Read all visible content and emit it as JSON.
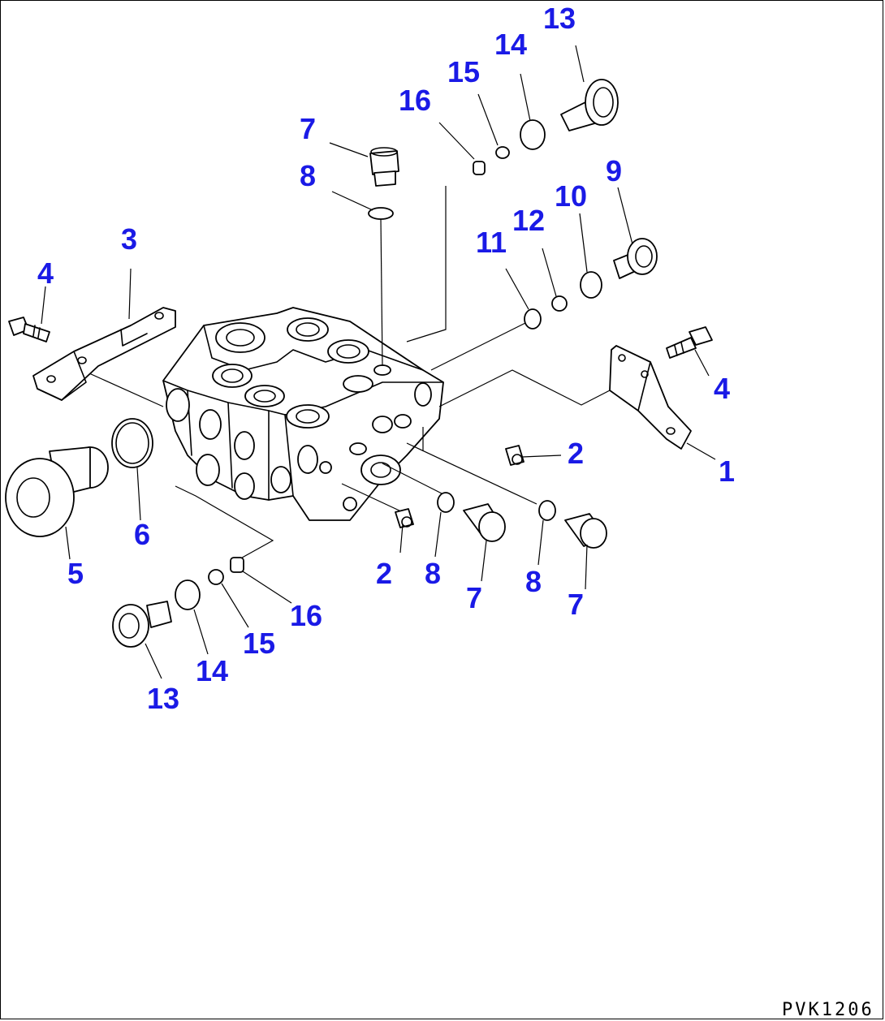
{
  "callouts": {
    "c1": "1",
    "c2a": "2",
    "c2b": "2",
    "c3": "3",
    "c4a": "4",
    "c4b": "4",
    "c5": "5",
    "c6": "6",
    "c7a": "7",
    "c7b": "7",
    "c7c": "7",
    "c8a": "8",
    "c8b": "8",
    "c8c": "8",
    "c9": "9",
    "c10": "10",
    "c11": "11",
    "c12": "12",
    "c13a": "13",
    "c13b": "13",
    "c14a": "14",
    "c14b": "14",
    "c15a": "15",
    "c15b": "15",
    "c16a": "16",
    "c16b": "16"
  },
  "drawing_code": "PVK1206",
  "colors": {
    "callout": "#1a1ae6",
    "line": "#000000"
  }
}
